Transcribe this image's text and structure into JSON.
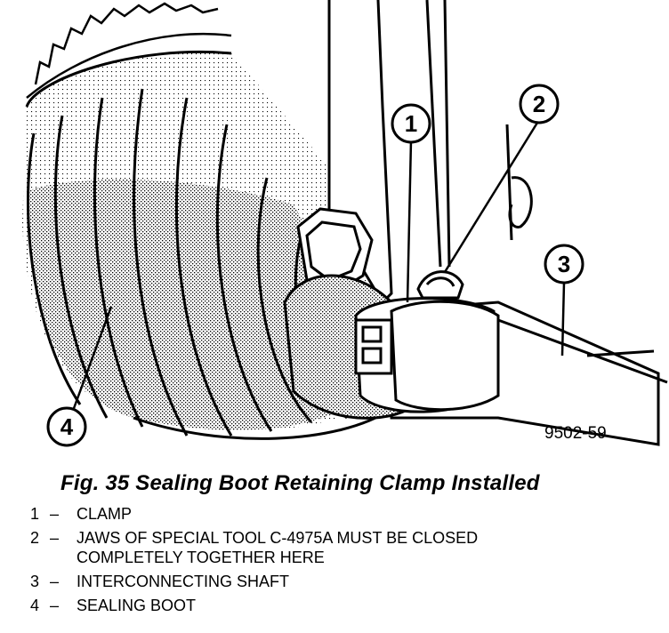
{
  "callouts": [
    {
      "number": "1"
    },
    {
      "number": "2"
    },
    {
      "number": "3"
    },
    {
      "number": "4"
    }
  ],
  "figure_code": "9502-59",
  "caption": "Fig. 35 Sealing Boot Retaining Clamp Installed",
  "legend": [
    {
      "number": "1",
      "dash": "–",
      "text": "CLAMP"
    },
    {
      "number": "2",
      "dash": "–",
      "text": "JAWS OF SPECIAL TOOL C-4975A MUST BE CLOSED\nCOMPLETELY TOGETHER HERE"
    },
    {
      "number": "3",
      "dash": "–",
      "text": "INTERCONNECTING SHAFT"
    },
    {
      "number": "4",
      "dash": "–",
      "text": "SEALING BOOT"
    }
  ]
}
